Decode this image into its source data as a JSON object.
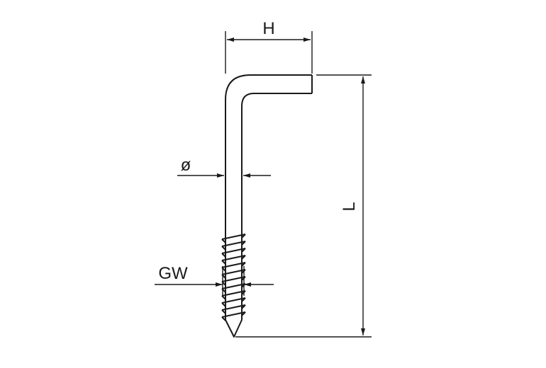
{
  "labels": {
    "h": "H",
    "l": "L",
    "diameter": "ø",
    "gw": "GW"
  },
  "colors": {
    "line": "#1a1a1a",
    "background": "#ffffff"
  }
}
